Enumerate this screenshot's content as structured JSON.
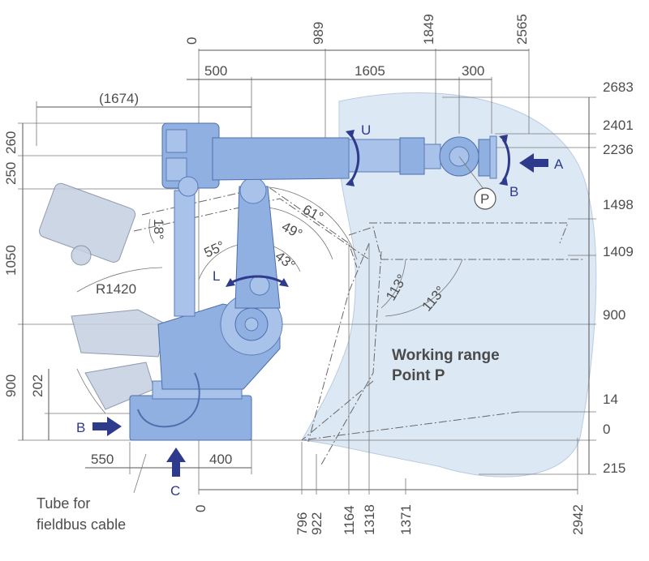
{
  "top_dims": [
    "0",
    "989",
    "1849",
    "2565"
  ],
  "segment_dims": [
    "500",
    "1605",
    "300",
    "(1674)"
  ],
  "right_dims": [
    "2683",
    "2401",
    "2236",
    "1498",
    "1409",
    "900",
    "14",
    "0",
    "215"
  ],
  "left_dims": [
    "260",
    "250",
    "1050",
    "900",
    "202"
  ],
  "bottom_dims": [
    "0",
    "796",
    "922",
    "1164",
    "1318",
    "1371",
    "2942"
  ],
  "base_dims": [
    "550",
    "400"
  ],
  "angles": [
    "61°",
    "49°",
    "18°",
    "55°",
    "43°",
    "113°",
    "113°"
  ],
  "radius": "R1420",
  "axis_labels": [
    "U",
    "L",
    "B"
  ],
  "point_label": "P",
  "views": {
    "a": "A",
    "b": "B",
    "c": "C"
  },
  "range_title": [
    "Working range",
    "Point P"
  ],
  "tube_note": [
    "Tube for",
    "fieldbus cable"
  ],
  "colors": {
    "range_fill": "#dde8f5",
    "robot_fill": "#8fb0e0",
    "arrow": "#2e3a8c"
  }
}
